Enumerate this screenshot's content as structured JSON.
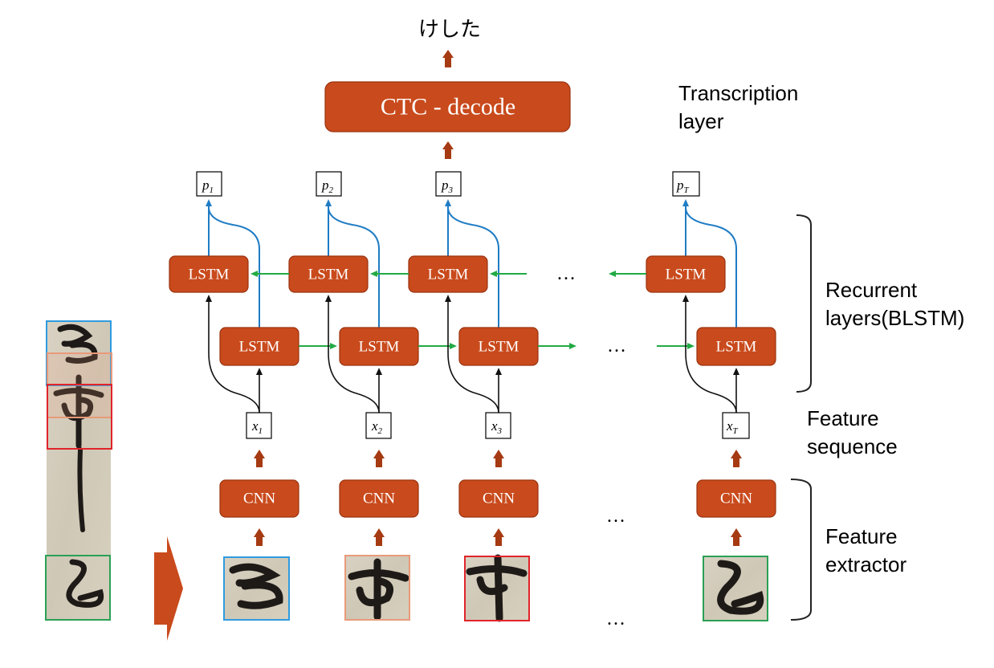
{
  "output_text": "けした",
  "decode_label": "CTC - decode",
  "layer_labels": {
    "transcription": [
      "Transcription",
      "layer"
    ],
    "recurrent": [
      "Recurrent",
      "layers(BLSTM)"
    ],
    "feature_sequence": [
      "Feature",
      "sequence"
    ],
    "feature_extractor": [
      "Feature",
      "extractor"
    ]
  },
  "lstm_label": "LSTM",
  "cnn_label": "CNN",
  "ellipsis": "…",
  "outputs": [
    {
      "base": "p",
      "sub": "1"
    },
    {
      "base": "p",
      "sub": "2"
    },
    {
      "base": "p",
      "sub": "3"
    },
    {
      "base": "p",
      "sub": "T"
    }
  ],
  "features": [
    {
      "base": "x",
      "sub": "1"
    },
    {
      "base": "x",
      "sub": "2"
    },
    {
      "base": "x",
      "sub": "3"
    },
    {
      "base": "x",
      "sub": "T"
    }
  ],
  "colors": {
    "box_fill": "#c94a1c",
    "arrow_brown": "#a63a12",
    "backward_link": "#22aa44",
    "output_link": "#1f7cc4",
    "patch_outlines": [
      "#2f9be0",
      "#e89a7a",
      "#e0242a",
      "#2aa055"
    ]
  }
}
